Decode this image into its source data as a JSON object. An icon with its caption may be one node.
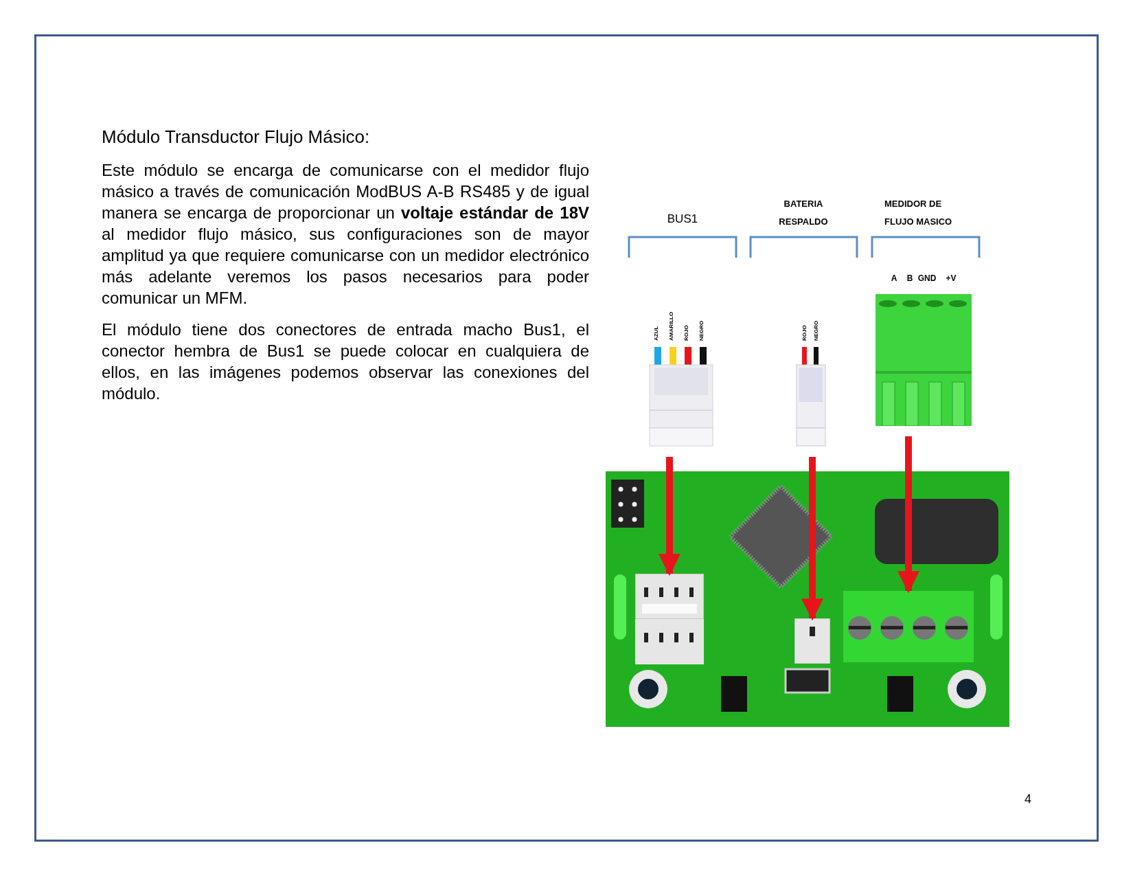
{
  "diagram": {
    "title": "Módulo Transductor Flujo Másico:",
    "nodes": [
      {
        "text": [],
        "shape": "picture"
      },
      {
        "text": [],
        "shape": "picture"
      },
      {
        "text": [],
        "shape": "picture"
      },
      {
        "text": [],
        "shape": "picture"
      },
      {
        "text": [],
        "shape": "picture",
        "in": 3
      },
      {
        "text": [],
        "shape": "picture",
        "in": 3
      },
      {
        "text": [],
        "shape": "picture",
        "in": 3
      }
    ],
    "edges": [
      {
        "from": 0,
        "to": 4,
        "arrow": "to"
      },
      {
        "from": 1,
        "to": 5,
        "arrow": "to"
      },
      {
        "from": 2,
        "to": 6,
        "arrow": "to"
      }
    ],
    "labels": [
      "Este módulo se encarga de comunicarse con el medidor flujo másico a través de comunicación ModBUS A-B RS485 y de igual manera se encarga de proporcionar un **voltaje estándar de 18V** al medidor flujo másico, sus configuraciones son de mayor amplitud ya que requiere comunicarse con un medidor electrónico más adelante veremos los pasos necesarios para poder comunicar un MFM.",
      "El módulo tiene dos conectores de entrada macho Bus1, el conector hembra de Bus1 se puede colocar en cualquiera de ellos, en las imágenes podemos observar las conexiones del módulo.",
      "BUS1",
      "BATERIA RESPALDO",
      "MEDIDOR DE FLUJO MASICO",
      "A",
      "B",
      "GND",
      "+V",
      "AZUL",
      "AMARILLO",
      "ROJO",
      "NEGRO",
      "ROJO",
      "NEGRO",
      "4"
    ]
  }
}
